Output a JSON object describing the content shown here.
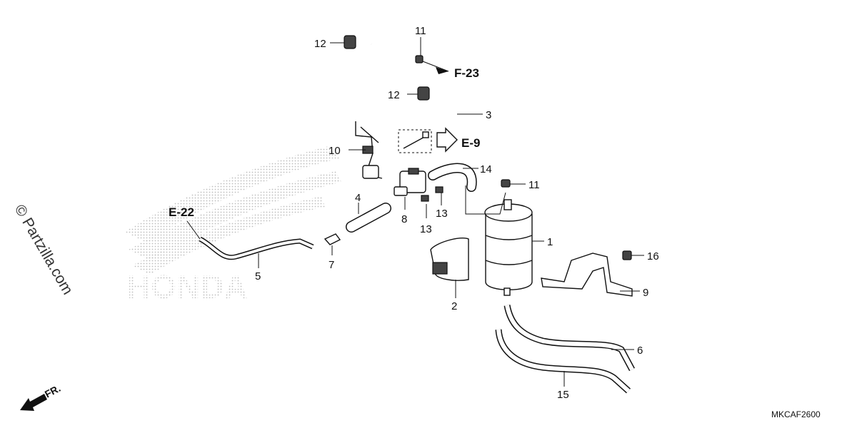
{
  "callouts": {
    "c1": "1",
    "c2": "2",
    "c3": "3",
    "c4": "4",
    "c5": "5",
    "c6": "6",
    "c7": "7",
    "c8": "8",
    "c9": "9",
    "c10": "10",
    "c11a": "11",
    "c11b": "11",
    "c12a": "12",
    "c12b": "12",
    "c13a": "13",
    "c13b": "13",
    "c14": "14",
    "c15": "15",
    "c16": "16"
  },
  "refs": {
    "f23": "F-23",
    "e9": "E-9",
    "e22": "E-22"
  },
  "direction_label": "FR.",
  "watermark": "© Partzilla.com",
  "logo_text": "HONDA",
  "diagram_code": "MKCAF2600",
  "colors": {
    "line": "#111111",
    "logo_dots": "#bdbdbd",
    "background": "#ffffff"
  }
}
